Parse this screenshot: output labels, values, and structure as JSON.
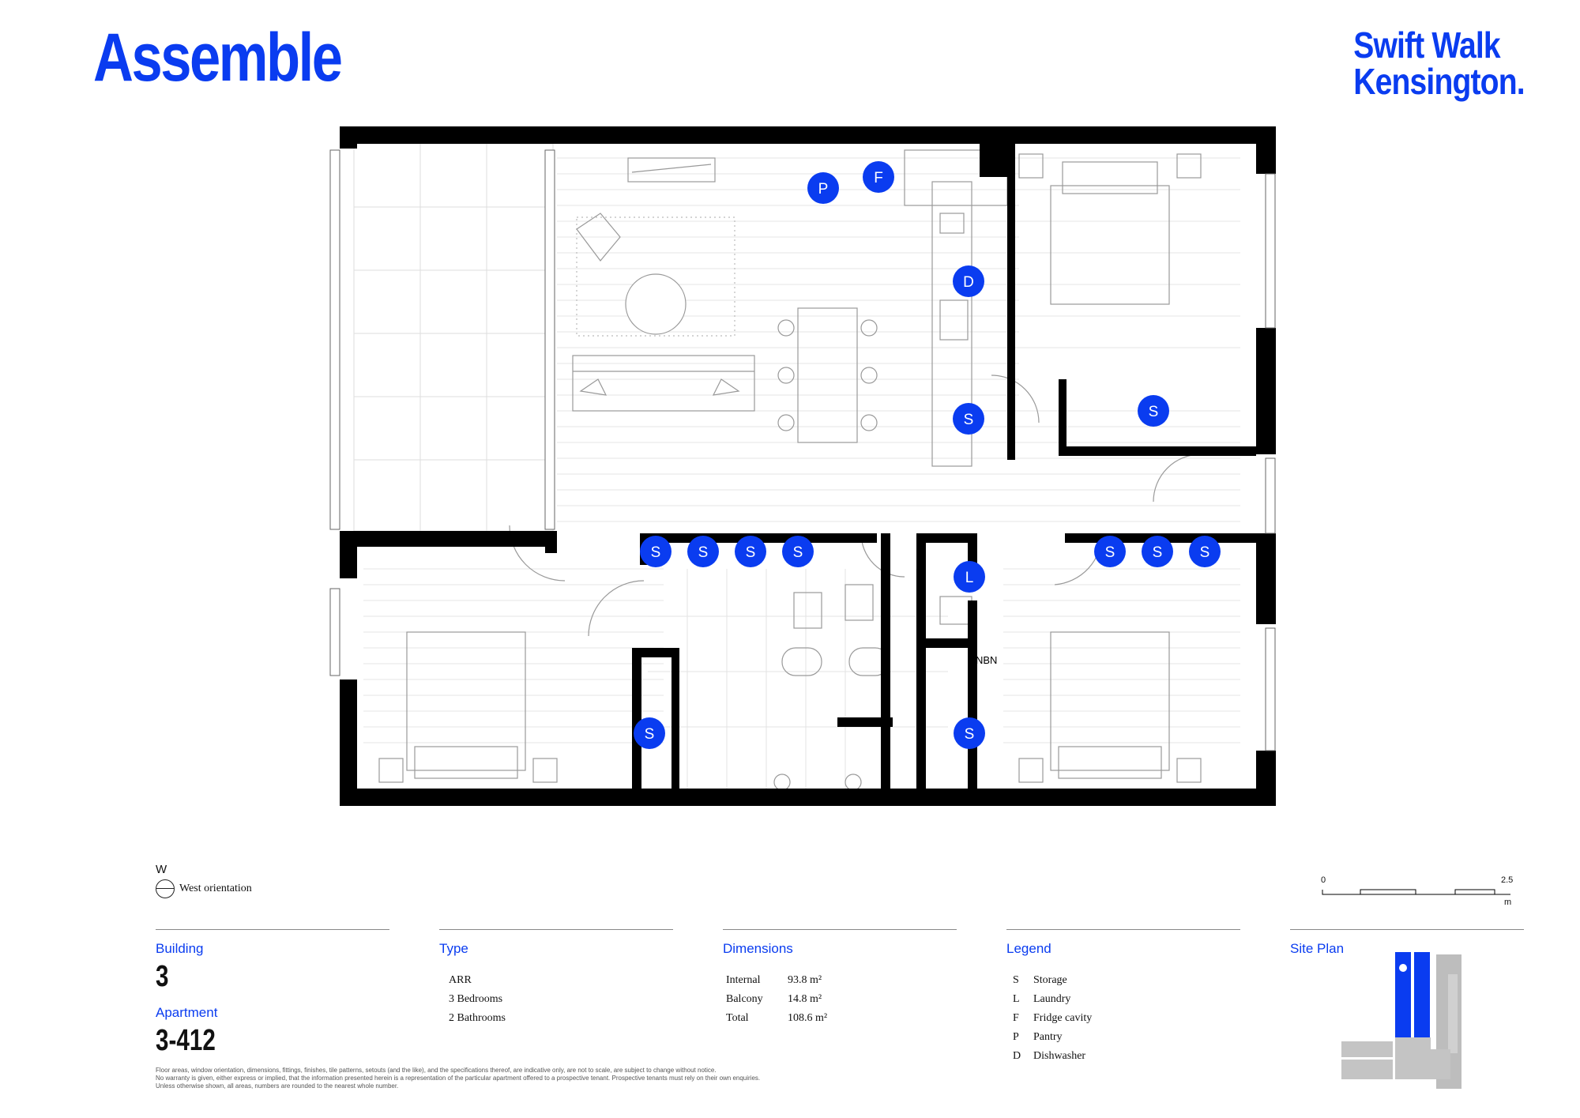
{
  "header": {
    "brand": "Assemble",
    "project_line1": "Swift Walk",
    "project_line2": "Kensington."
  },
  "plan": {
    "nbn_label": "NBN",
    "markers": [
      {
        "code": "P"
      },
      {
        "code": "F"
      },
      {
        "code": "D"
      },
      {
        "code": "S"
      },
      {
        "code": "S"
      },
      {
        "code": "S"
      },
      {
        "code": "S"
      },
      {
        "code": "S"
      },
      {
        "code": "S"
      },
      {
        "code": "L"
      },
      {
        "code": "S"
      },
      {
        "code": "S"
      },
      {
        "code": "S"
      },
      {
        "code": "S"
      },
      {
        "code": "S"
      }
    ],
    "marker_color": "#0a3cf0"
  },
  "orientation": {
    "letter": "W",
    "label": "West orientation"
  },
  "scale_bar": {
    "start": "0",
    "end": "2.5",
    "unit": "m"
  },
  "building": {
    "heading": "Building",
    "value": "3",
    "apartment_heading": "Apartment",
    "apartment_value": "3-412"
  },
  "type": {
    "heading": "Type",
    "lines": [
      "ARR",
      "3 Bedrooms",
      "2 Bathrooms"
    ]
  },
  "dimensions": {
    "heading": "Dimensions",
    "rows": [
      {
        "label": "Internal",
        "value": "93.8 m²"
      },
      {
        "label": "Balcony",
        "value": "14.8 m²"
      },
      {
        "label": "Total",
        "value": "108.6 m²"
      }
    ]
  },
  "legend": {
    "heading": "Legend",
    "rows": [
      {
        "code": "S",
        "label": "Storage"
      },
      {
        "code": "L",
        "label": "Laundry"
      },
      {
        "code": "F",
        "label": "Fridge cavity"
      },
      {
        "code": "P",
        "label": "Pantry"
      },
      {
        "code": "D",
        "label": "Dishwasher"
      }
    ]
  },
  "site_plan": {
    "heading": "Site Plan",
    "highlight_color": "#0a3cf0"
  },
  "disclaimer": {
    "line1": "Floor areas, window orientation, dimensions, fittings, finishes, tile patterns, setouts (and the like), and the specifications thereof, are indicative only, are not to scale, are subject to change without notice.",
    "line2": "No warranty is given, either express or implied, that the information presented herein is a representation of the particular apartment offered to a prospective tenant. Prospective tenants must rely on their own enquiries.",
    "line3": "Unless otherwise shown, all areas, numbers are rounded to the nearest whole number."
  }
}
